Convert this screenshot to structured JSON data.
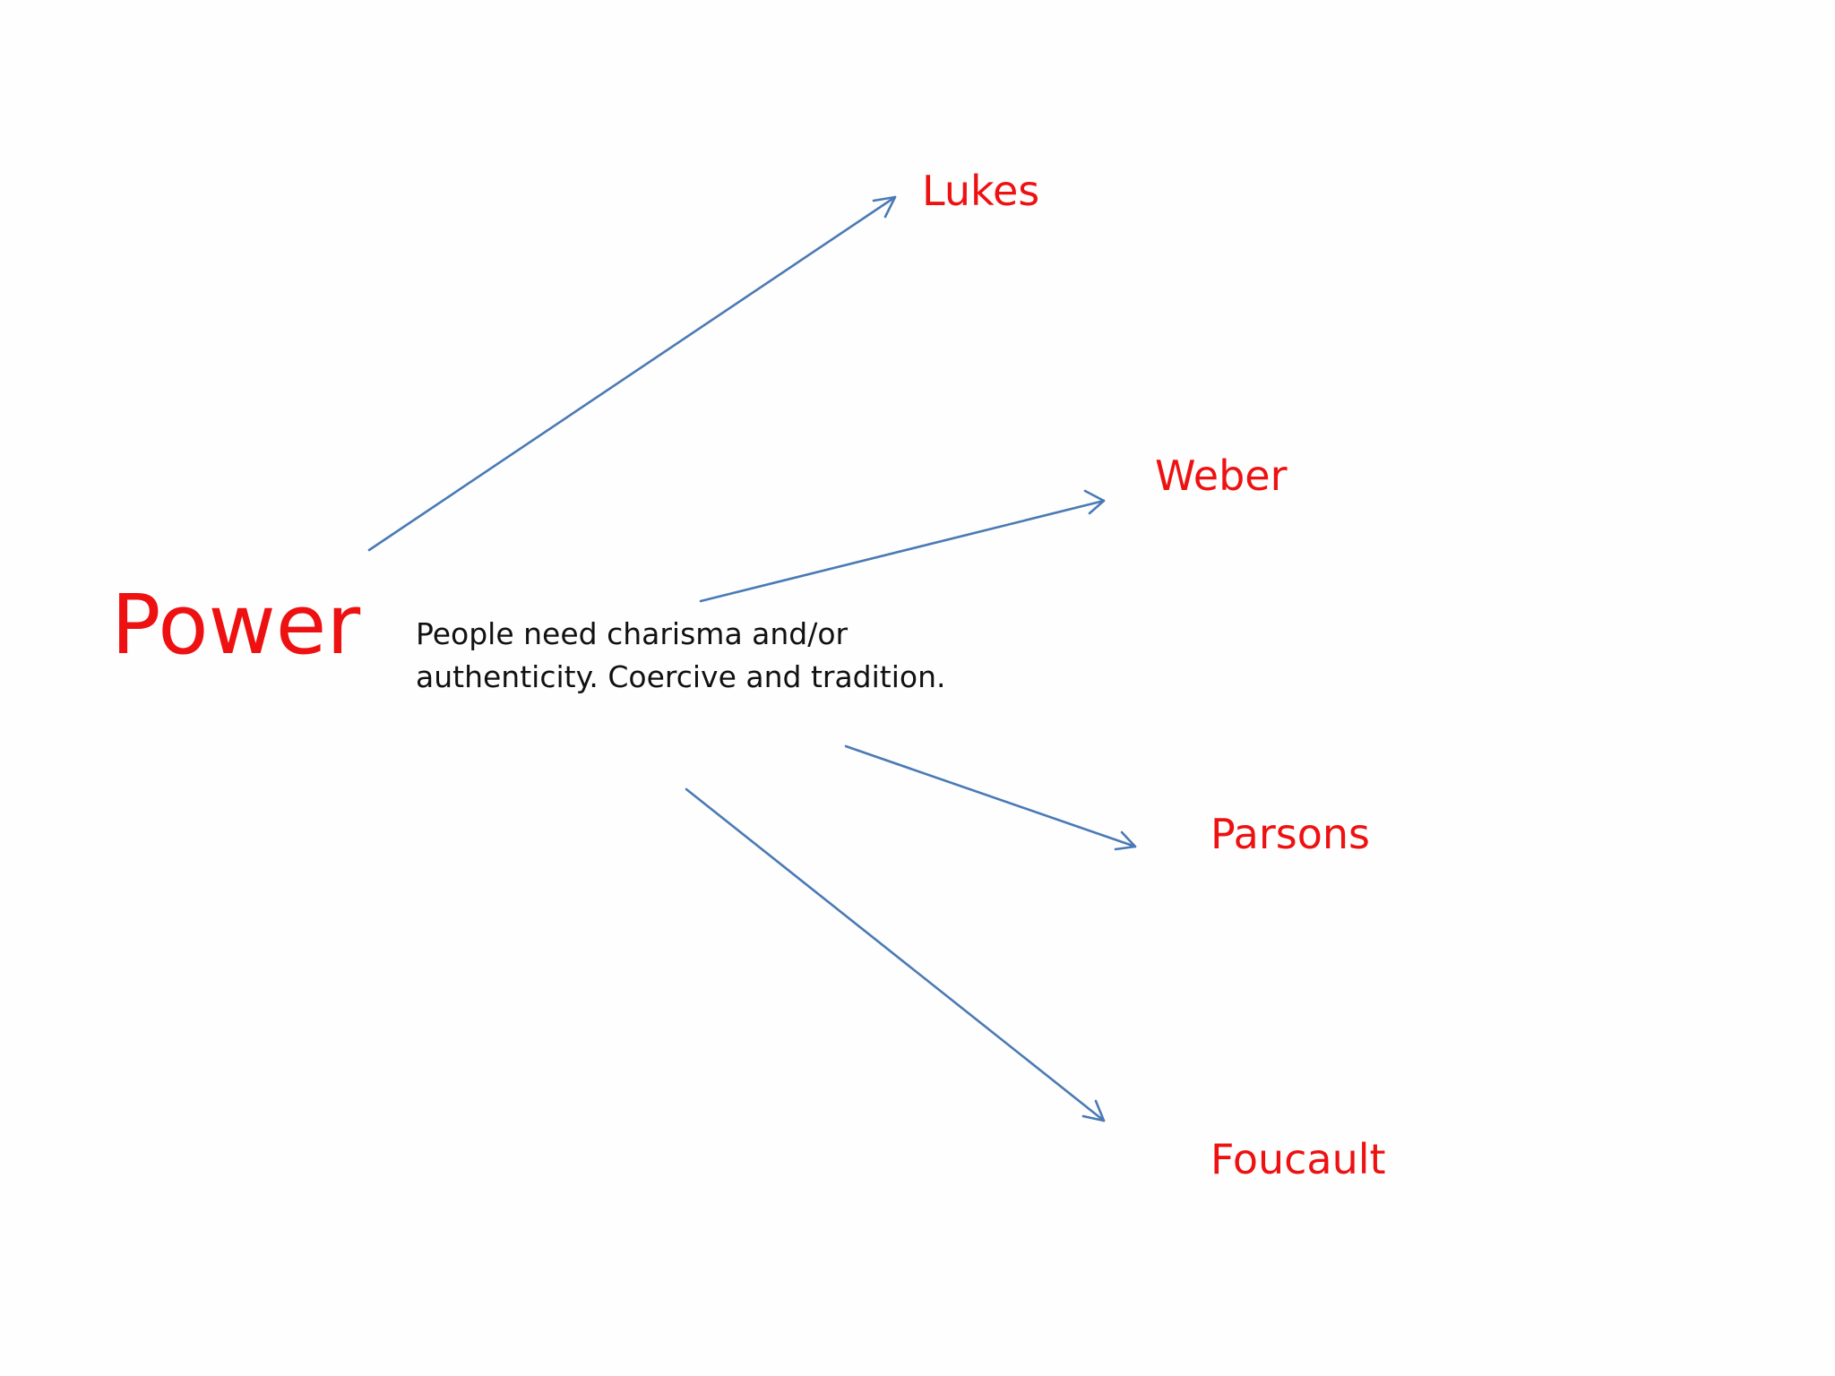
{
  "diagram": {
    "central_concept": "Power",
    "note": {
      "line1": "People need charisma and/or",
      "line2": "authenticity. Coercive and tradition."
    },
    "theorists": [
      "Lukes",
      "Weber",
      "Parsons",
      "Foucault"
    ],
    "colors": {
      "concept_text": "#ee1111",
      "note_text": "#111111",
      "arrow": "#4a7ab5",
      "background": "#fefefe"
    }
  }
}
